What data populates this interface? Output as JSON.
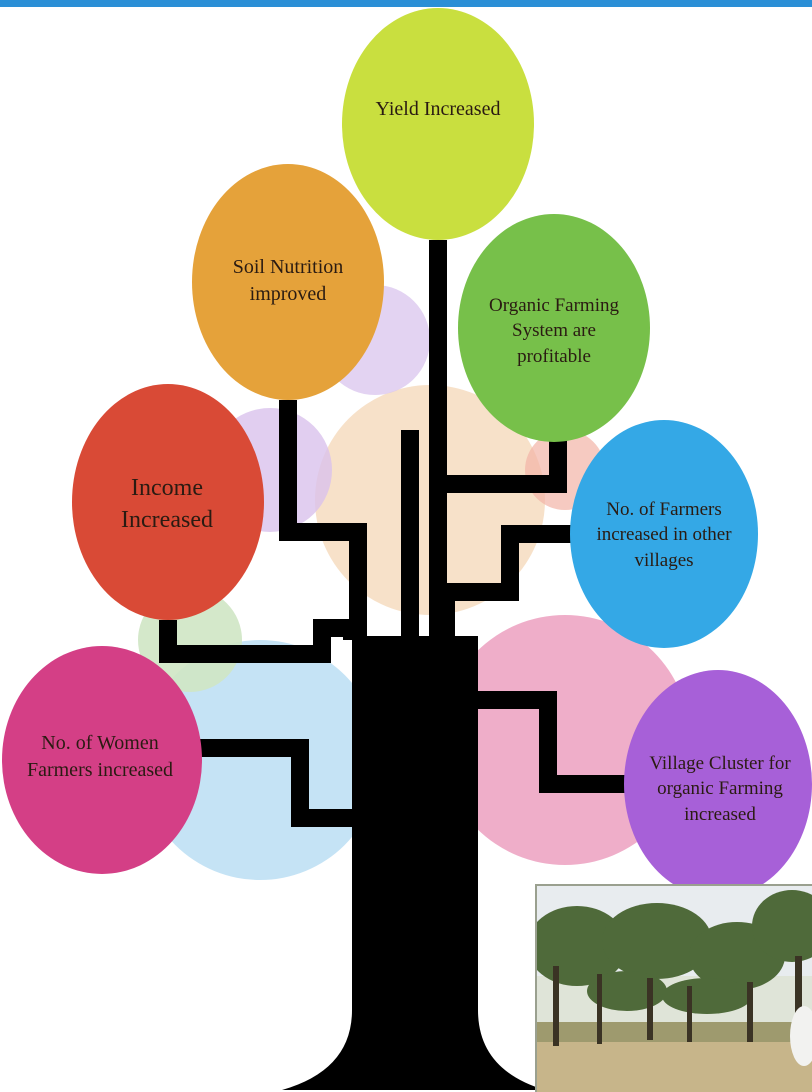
{
  "diagram": {
    "nodes": [
      {
        "id": "yield",
        "label": "Yield Increased",
        "color": "#c9df3f"
      },
      {
        "id": "soil",
        "label": "Soil Nutrition\nimproved",
        "color": "#e5a23a"
      },
      {
        "id": "organic",
        "label": "Organic Farming\nSystem are\nprofitable",
        "color": "#77c04a"
      },
      {
        "id": "income",
        "label": "Income\nIncreased",
        "color": "#d94a36"
      },
      {
        "id": "farmers",
        "label": "No. of Farmers\nincreased in other\nvillages",
        "color": "#34a8e6"
      },
      {
        "id": "women",
        "label": "No. of Women\nFarmers increased",
        "color": "#d43f86"
      },
      {
        "id": "cluster",
        "label": "Village Cluster for\norganic Farming\nincreased",
        "color": "#a760d8"
      }
    ],
    "trunk_color": "#000000"
  },
  "photo": {
    "subject": "trees-in-field-photo"
  }
}
